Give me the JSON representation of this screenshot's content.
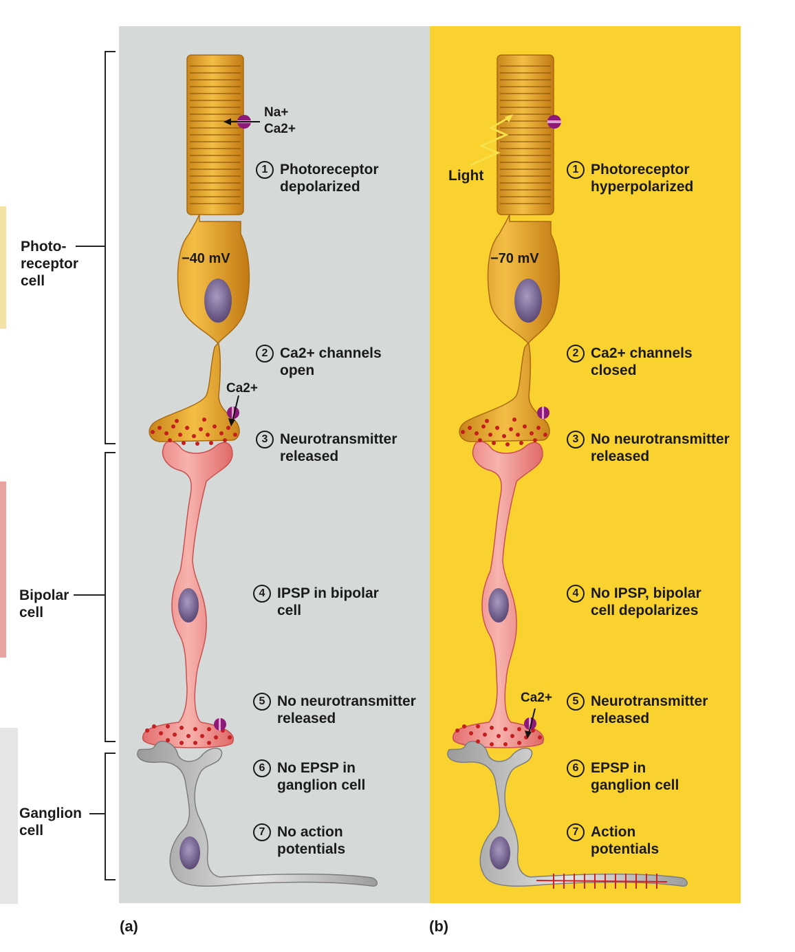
{
  "colors": {
    "panel_a_bg": "#d5dad9",
    "panel_b_bg": "#f9d230",
    "photoreceptor": "#e9a51f",
    "bipolar": "#ef8a88",
    "ganglion": "#b9b9b9",
    "vesicle": "#c41e1e",
    "channel": "#8d1a78"
  },
  "left_labels": {
    "photoreceptor": "Photo-\nreceptor\ncell",
    "bipolar": "Bipolar\ncell",
    "ganglion": "Ganglion\ncell"
  },
  "panel_a": {
    "label": "(a)",
    "ions": "Na+\nCa2+",
    "voltage": "−40 mV",
    "ca_label": "Ca2+",
    "steps": [
      {
        "num": "1",
        "text": "Photoreceptor\ndepolarized"
      },
      {
        "num": "2",
        "text": "Ca2+ channels\nopen"
      },
      {
        "num": "3",
        "text": "Neurotransmitter\nreleased"
      },
      {
        "num": "4",
        "text": "IPSP in bipolar\ncell"
      },
      {
        "num": "5",
        "text": "No neurotransmitter\nreleased"
      },
      {
        "num": "6",
        "text": "No EPSP in\nganglion cell"
      },
      {
        "num": "7",
        "text": "No action\npotentials"
      }
    ]
  },
  "panel_b": {
    "label": "(b)",
    "light": "Light",
    "voltage": "−70 mV",
    "ca_label": "Ca2+",
    "steps": [
      {
        "num": "1",
        "text": "Photoreceptor\nhyperpolarized"
      },
      {
        "num": "2",
        "text": "Ca2+ channels\nclosed"
      },
      {
        "num": "3",
        "text": "No neurotransmitter\nreleased"
      },
      {
        "num": "4",
        "text": "No IPSP, bipolar\ncell depolarizes"
      },
      {
        "num": "5",
        "text": "Neurotransmitter\nreleased"
      },
      {
        "num": "6",
        "text": "EPSP in\nganglion cell"
      },
      {
        "num": "7",
        "text": "Action\npotentials"
      }
    ]
  }
}
